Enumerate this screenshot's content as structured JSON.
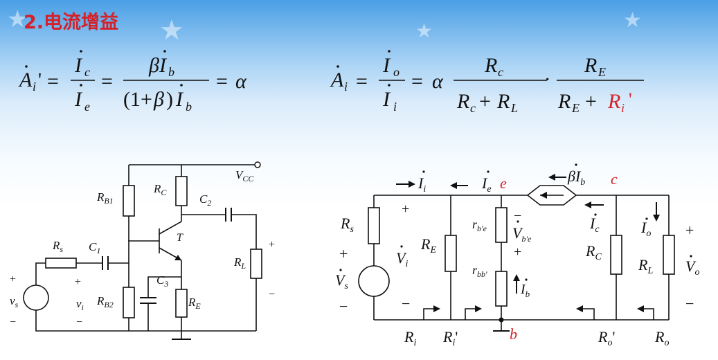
{
  "slide": {
    "title": "2.电流增益"
  },
  "equation_left": {
    "lhs": "Ȧᵢ ' = İc / İe",
    "middle": "βİb / ((1+β)İb)",
    "result": "α"
  },
  "equation_right": {
    "lhs": "Ȧᵢ = İo / İi",
    "rhs": "α · Rc/(Rc + RL) · RE/(RE + Ri')"
  },
  "circuit_left": {
    "components": [
      "RB1",
      "RC",
      "C2",
      "VCC",
      "Rs",
      "C1",
      "T",
      "C3",
      "RL",
      "RB2",
      "RE"
    ],
    "labels": {
      "source": "vs",
      "input": "vi",
      "plus": "+",
      "minus": "−"
    }
  },
  "circuit_right": {
    "components": [
      "Rs",
      "RE",
      "rb'e",
      "rbb'",
      "RC",
      "RL"
    ],
    "nodes": [
      "e",
      "b",
      "c"
    ],
    "currents": [
      "İi",
      "İe",
      "βİb",
      "İc",
      "İo",
      "İb"
    ],
    "voltages": [
      "V̇s",
      "V̇i",
      "V̇b'e",
      "V̇o"
    ],
    "resistance_labels": [
      "Ri",
      "Ri'",
      "Ro'",
      "Ro"
    ]
  },
  "colors": {
    "title": "#d4212a",
    "accent_red": "#d4212a",
    "ink": "#111111"
  }
}
